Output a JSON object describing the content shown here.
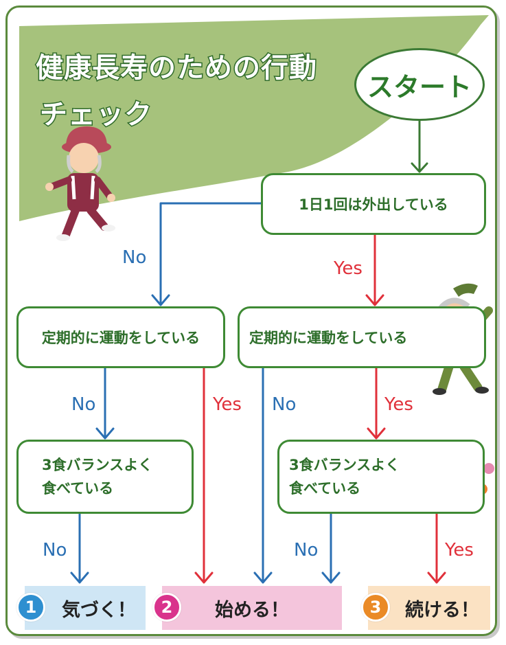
{
  "title": {
    "line1": "健康長寿のための行動",
    "line2": "チェック"
  },
  "start": "スタート",
  "nodes": {
    "outing": "1日1回は外出している",
    "exercise_left": "定期的に運動をしている",
    "exercise_right": "定期的に運動をしている",
    "meals_left": {
      "line1": "3食バランスよく",
      "line2": "食べている"
    },
    "meals_right": {
      "line1": "3食バランスよく",
      "line2": "食べている"
    }
  },
  "labels": {
    "no": "No",
    "yes": "Yes"
  },
  "outcomes": [
    {
      "number": "1",
      "text": "気づく！"
    },
    {
      "number": "2",
      "text": "始める！"
    },
    {
      "number": "3",
      "text": "続ける！"
    }
  ],
  "colors": {
    "frame": "#5a8a3c",
    "banner": "#a6c27c",
    "no_arrow": "#2a6fb3",
    "yes_arrow": "#e0303a",
    "outcome1": "#2e8fd0",
    "outcome2": "#d9338c",
    "outcome3": "#ea8a26"
  }
}
